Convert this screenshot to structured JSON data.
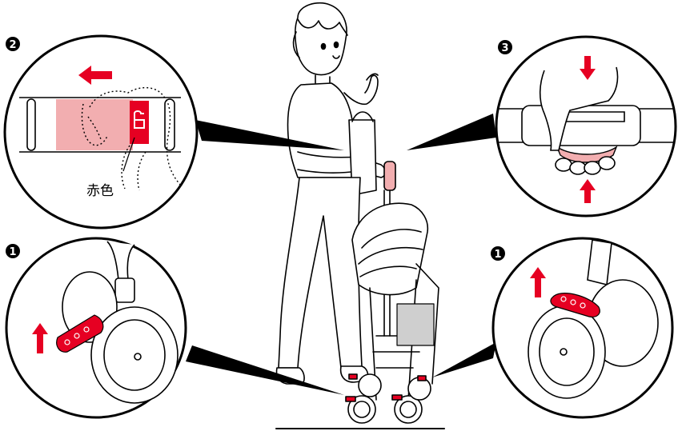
{
  "illustration": {
    "callouts": [
      {
        "id": "top-left",
        "step": "2",
        "label": "赤色"
      },
      {
        "id": "top-right",
        "step": "3"
      },
      {
        "id": "bottom-left",
        "step": "1"
      },
      {
        "id": "bottom-right",
        "step": "1"
      }
    ],
    "colors": {
      "accent_red": "#e60022",
      "pink_fill": "#f2aeb0",
      "line": "#000000"
    }
  }
}
